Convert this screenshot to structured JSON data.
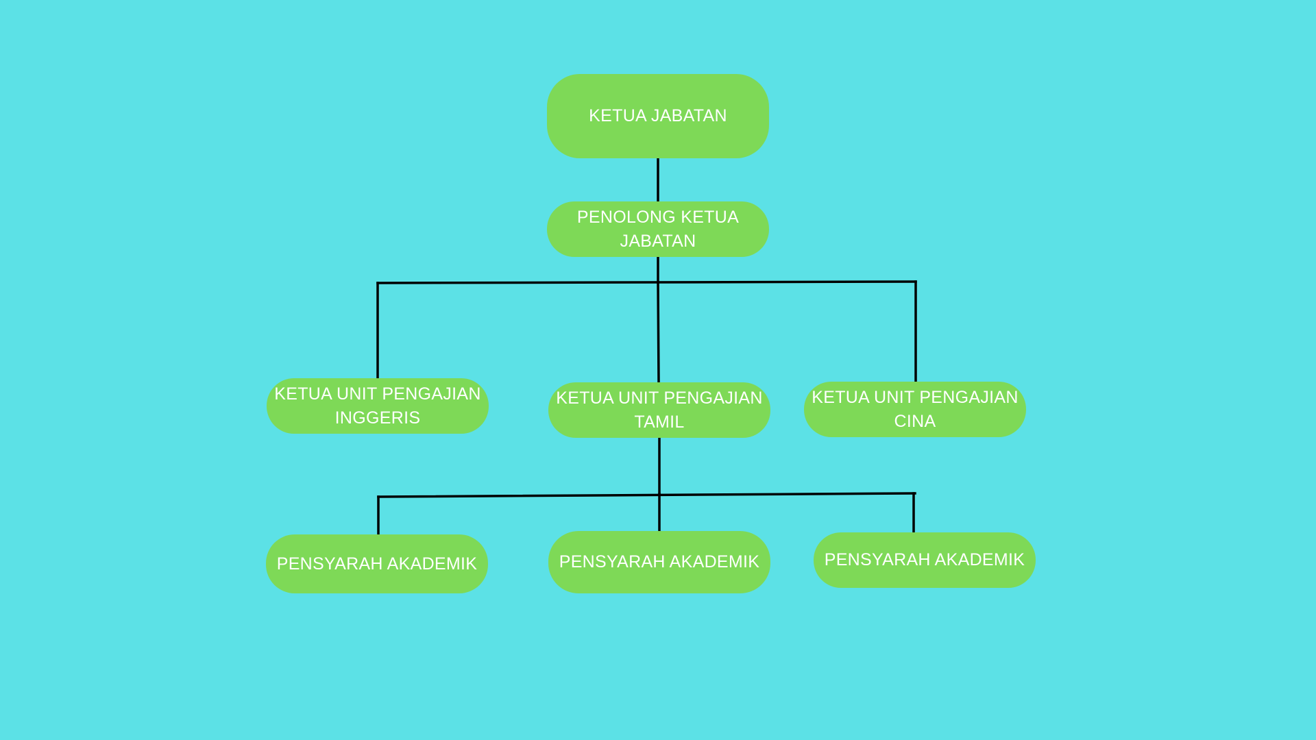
{
  "colors": {
    "background": "#5ce1e6",
    "node_fill": "#7ed957",
    "node_text": "#ffffff",
    "connector": "#000000"
  },
  "org_chart": {
    "head": {
      "label": "KETUA JABATAN"
    },
    "deputy": {
      "label": "PENOLONG KETUA JABATAN"
    },
    "units": [
      {
        "label": "KETUA UNIT PENGAJIAN INGGERIS"
      },
      {
        "label": "KETUA UNIT PENGAJIAN TAMIL"
      },
      {
        "label": "KETUA UNIT PENGAJIAN CINA"
      }
    ],
    "lecturers": [
      {
        "label": "PENSYARAH AKADEMIK"
      },
      {
        "label": "PENSYARAH AKADEMIK"
      },
      {
        "label": "PENSYARAH AKADEMIK"
      }
    ]
  }
}
